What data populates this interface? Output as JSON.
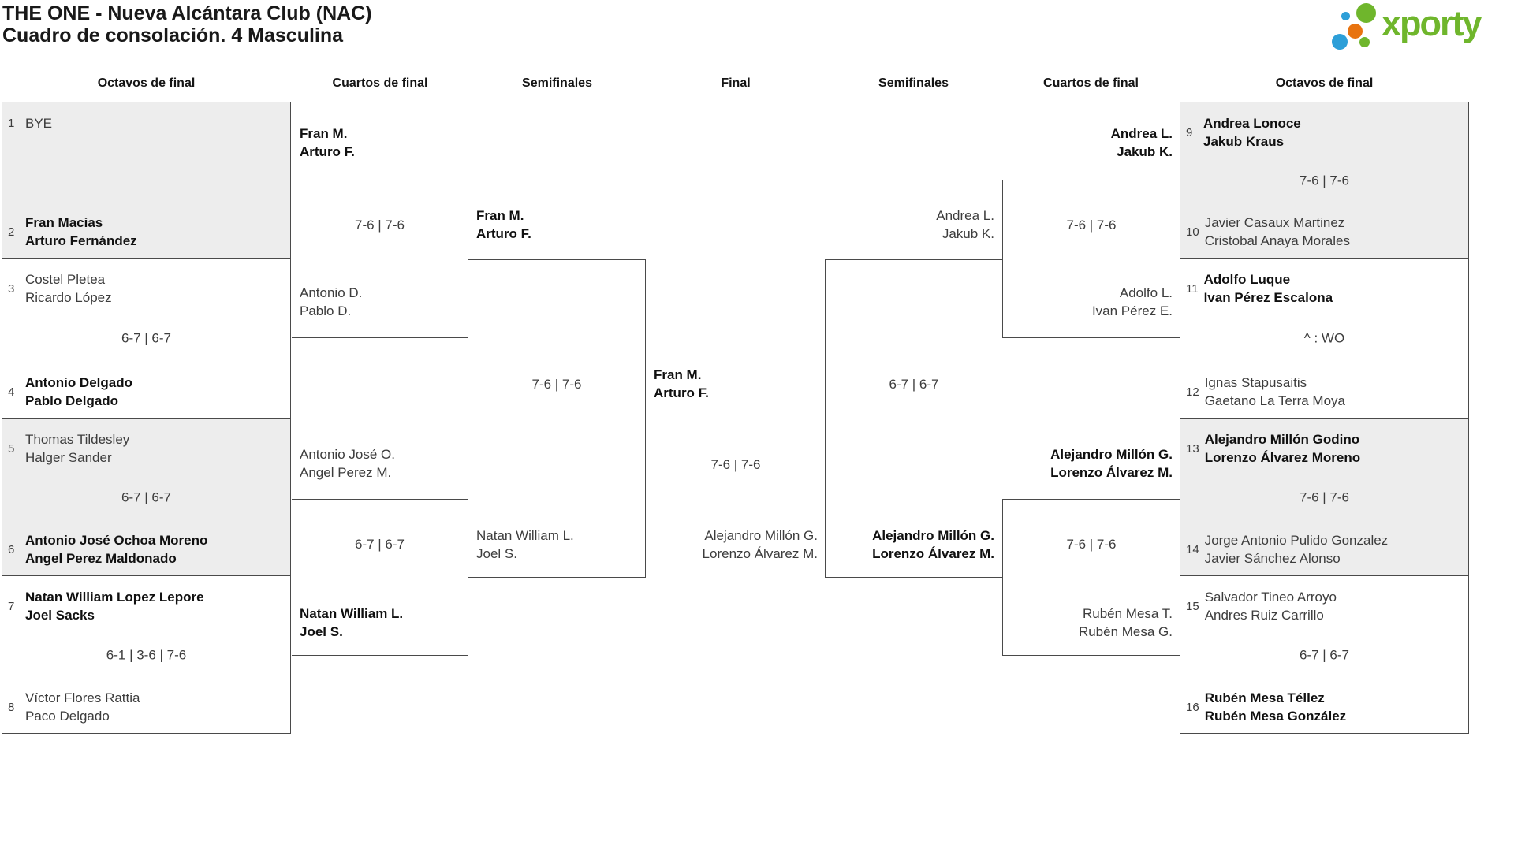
{
  "title": {
    "line1": "THE ONE - Nueva Alcántara Club (NAC)",
    "line2": "Cuadro de consolación. 4 Masculina"
  },
  "logo": {
    "text": "xporty",
    "green": "#6fb62c",
    "blue": "#2d9fd8",
    "orange": "#e8730f"
  },
  "colors": {
    "box_border": "#4a4a4a",
    "box_gray_fill": "#ededed",
    "text_regular": "#3d3d3d",
    "text_winner": "#101010"
  },
  "round_headers": [
    "Octavos de final",
    "Cuartos de final",
    "Semifinales",
    "Final",
    "Semifinales",
    "Cuartos de final",
    "Octavos de final"
  ],
  "r16_left": [
    {
      "top": {
        "seed": "1",
        "lines": [
          "BYE"
        ],
        "winner": false
      },
      "score": "",
      "bottom": {
        "seed": "2",
        "lines": [
          "Fran Macias",
          "Arturo Fernández"
        ],
        "winner": true
      }
    },
    {
      "top": {
        "seed": "3",
        "lines": [
          "Costel Pletea",
          "Ricardo López"
        ],
        "winner": false
      },
      "score": "6-7 | 6-7",
      "bottom": {
        "seed": "4",
        "lines": [
          "Antonio Delgado",
          "Pablo Delgado"
        ],
        "winner": true
      }
    },
    {
      "top": {
        "seed": "5",
        "lines": [
          "Thomas Tildesley",
          "Halger Sander"
        ],
        "winner": false
      },
      "score": "6-7 | 6-7",
      "bottom": {
        "seed": "6",
        "lines": [
          "Antonio José Ochoa Moreno",
          "Angel Perez Maldonado"
        ],
        "winner": true
      }
    },
    {
      "top": {
        "seed": "7",
        "lines": [
          "Natan William Lopez Lepore",
          "Joel Sacks"
        ],
        "winner": true
      },
      "score": "6-1 | 3-6 | 7-6",
      "bottom": {
        "seed": "8",
        "lines": [
          "Víctor Flores Rattia",
          "Paco Delgado"
        ],
        "winner": false
      }
    }
  ],
  "r16_right": [
    {
      "top": {
        "seed": "9",
        "lines": [
          "Andrea Lonoce",
          "Jakub Kraus"
        ],
        "winner": true
      },
      "score": "7-6 | 7-6",
      "bottom": {
        "seed": "10",
        "lines": [
          "Javier Casaux Martinez",
          "Cristobal Anaya Morales"
        ],
        "winner": false
      }
    },
    {
      "top": {
        "seed": "11",
        "lines": [
          "Adolfo Luque",
          "Ivan Pérez Escalona"
        ],
        "winner": true
      },
      "score": "^ : WO",
      "bottom": {
        "seed": "12",
        "lines": [
          "Ignas Stapusaitis",
          "Gaetano La Terra Moya"
        ],
        "winner": false
      }
    },
    {
      "top": {
        "seed": "13",
        "lines": [
          "Alejandro Millón Godino",
          "Lorenzo Álvarez Moreno"
        ],
        "winner": true
      },
      "score": "7-6 | 7-6",
      "bottom": {
        "seed": "14",
        "lines": [
          "Jorge Antonio Pulido Gonzalez",
          "Javier Sánchez Alonso"
        ],
        "winner": false
      }
    },
    {
      "top": {
        "seed": "15",
        "lines": [
          "Salvador Tineo Arroyo",
          "Andres Ruiz Carrillo"
        ],
        "winner": false
      },
      "score": "6-7 | 6-7",
      "bottom": {
        "seed": "16",
        "lines": [
          "Rubén Mesa Téllez",
          "Rubén Mesa González"
        ],
        "winner": true
      }
    }
  ],
  "qf_left": [
    {
      "top": {
        "lines": [
          "Fran M.",
          "Arturo F."
        ],
        "winner": true
      },
      "score": "7-6 | 7-6",
      "bottom": {
        "lines": [
          "Antonio D.",
          "Pablo D."
        ],
        "winner": false
      }
    },
    {
      "top": {
        "lines": [
          "Antonio José O.",
          "Angel Perez M."
        ],
        "winner": false
      },
      "score": "6-7 | 6-7",
      "bottom": {
        "lines": [
          "Natan William L.",
          "Joel S."
        ],
        "winner": true
      }
    }
  ],
  "qf_right": [
    {
      "top": {
        "lines": [
          "Andrea L.",
          "Jakub K."
        ],
        "winner": true
      },
      "score": "7-6 | 7-6",
      "bottom": {
        "lines": [
          "Adolfo L.",
          "Ivan Pérez E."
        ],
        "winner": false
      }
    },
    {
      "top": {
        "lines": [
          "Alejandro Millón G.",
          "Lorenzo Álvarez M."
        ],
        "winner": true
      },
      "score": "7-6 | 7-6",
      "bottom": {
        "lines": [
          "Rubén Mesa T.",
          "Rubén Mesa G."
        ],
        "winner": false
      }
    }
  ],
  "sf_left": {
    "top": {
      "lines": [
        "Fran M.",
        "Arturo F."
      ],
      "winner": true
    },
    "score": "7-6 | 7-6",
    "bottom": {
      "lines": [
        "Natan William L.",
        "Joel S."
      ],
      "winner": false
    }
  },
  "sf_right": {
    "top": {
      "lines": [
        "Andrea L.",
        "Jakub K."
      ],
      "winner": false
    },
    "score": "6-7 | 6-7",
    "bottom": {
      "lines": [
        "Alejandro Millón G.",
        "Lorenzo Álvarez M."
      ],
      "winner": true
    }
  },
  "final": {
    "top": {
      "lines": [
        "Fran M.",
        "Arturo F."
      ],
      "winner": true
    },
    "score": "7-6 | 7-6",
    "bottom": {
      "lines": [
        "Alejandro Millón G.",
        "Lorenzo Álvarez M."
      ],
      "winner": false
    }
  }
}
